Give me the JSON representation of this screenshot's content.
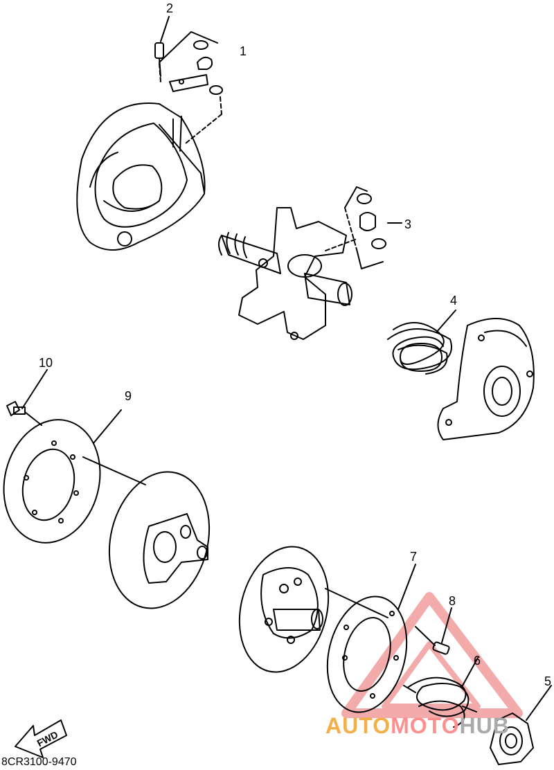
{
  "callouts": [
    "1",
    "2",
    "3",
    "4",
    "5",
    "6",
    "7",
    "8",
    "9",
    "10"
  ],
  "fwd_label": "FWD",
  "drawing_code": "8CR3100-9470",
  "watermark": {
    "part1": "AUTO",
    "part2": "MOTO",
    "part3": "HUB"
  },
  "colors": {
    "line": "#000000",
    "watermark_triangle": "#f2a0a0",
    "watermark_orange": "#f2b04a"
  }
}
